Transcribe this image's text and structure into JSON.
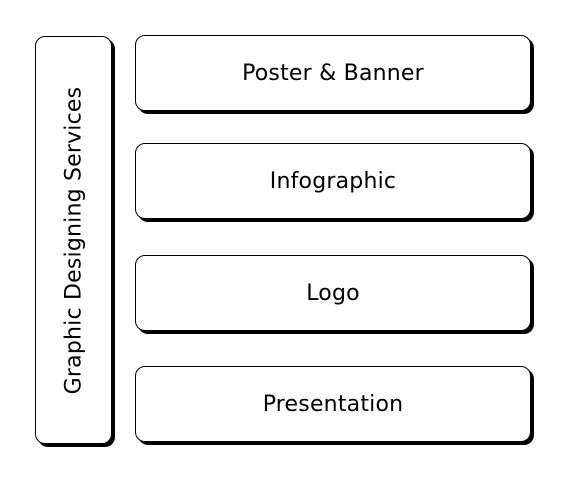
{
  "diagram": {
    "category_label": "Graphic Designing Services",
    "services": [
      {
        "label": "Poster & Banner"
      },
      {
        "label": "Infographic"
      },
      {
        "label": "Logo"
      },
      {
        "label": "Presentation"
      }
    ]
  },
  "colors": {
    "border": "#000000",
    "background": "#ffffff",
    "text": "#000000"
  }
}
